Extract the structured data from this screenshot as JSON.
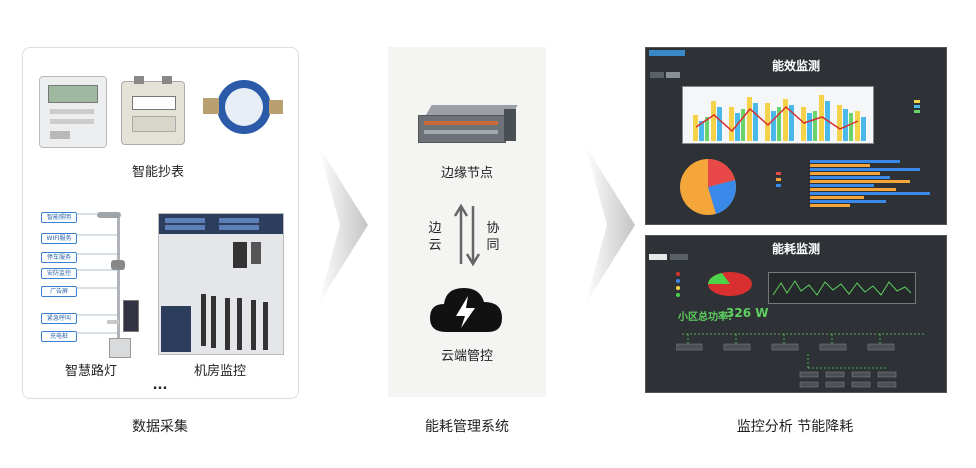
{
  "sections": {
    "collect": {
      "caption": "数据采集",
      "devices": {
        "meter_reading": "智能抄表",
        "street_light": "智慧路灯",
        "server_room": "机房监控",
        "more": "..."
      },
      "pole_tags": [
        "智能照明",
        "WIFI服务",
        "停车服务",
        "安防监控",
        "广告屏",
        "紧急呼叫",
        "充电桩"
      ]
    },
    "system": {
      "caption": "能耗管理系统",
      "edge_node": "边缘节点",
      "edge_cloud_left": "边云",
      "edge_cloud_right": "协同",
      "cloud": "云端管控"
    },
    "analysis": {
      "caption": "监控分析 节能降耗",
      "efficiency_title": "能效监测",
      "consumption_title": "能耗监测",
      "total_power_label": "小区总功率:",
      "total_power_value": "326 W"
    }
  },
  "colors": {
    "arrow": "#c8c8c8",
    "dashboard_bg": "#2e3236",
    "accent_green": "#5fcf5f",
    "accent_blue": "#3a88c8"
  }
}
